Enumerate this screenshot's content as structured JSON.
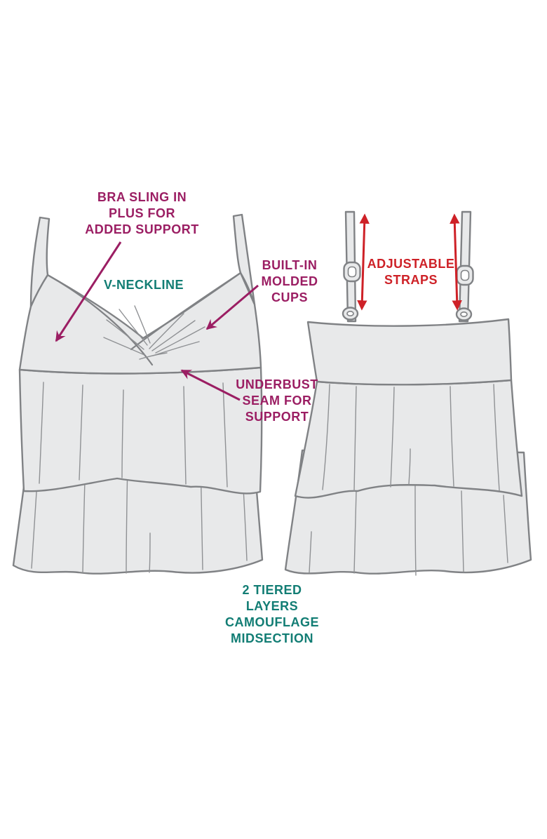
{
  "diagram": {
    "labels": {
      "bra_sling": "BRA SLING IN\nPLUS FOR\nADDED SUPPORT",
      "v_neckline": "V-NECKLINE",
      "molded_cups": "BUILT-IN\nMOLDED\nCUPS",
      "adjustable_straps": "ADJUSTABLE\nSTRAPS",
      "underbust_seam": "UNDERBUST\nSEAM FOR\nSUPPORT",
      "tiered_layers": "2 TIERED\nLAYERS\nCAMOUFLAGE\nMIDSECTION"
    },
    "colors": {
      "magenta": "#9B1E63",
      "teal": "#127D74",
      "red": "#CE2127",
      "garment_fill": "#E8E9EA",
      "garment_outline": "#808285",
      "detail_line": "#8F9194",
      "background": "#FFFFFF"
    }
  }
}
